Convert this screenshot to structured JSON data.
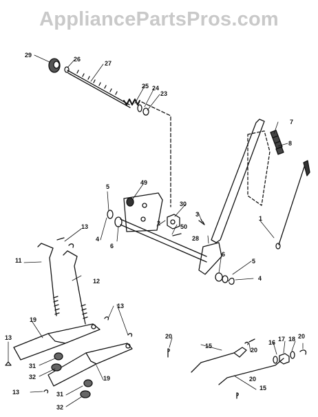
{
  "watermark": "AppliancePartsPros.com",
  "callouts": [
    "1",
    "2",
    "3",
    "4",
    "5",
    "6",
    "7",
    "8",
    "11",
    "12",
    "13",
    "15",
    "16",
    "17",
    "18",
    "19",
    "20",
    "23",
    "24",
    "25",
    "26",
    "27",
    "28",
    "29",
    "30",
    "31",
    "32",
    "49",
    "50"
  ]
}
